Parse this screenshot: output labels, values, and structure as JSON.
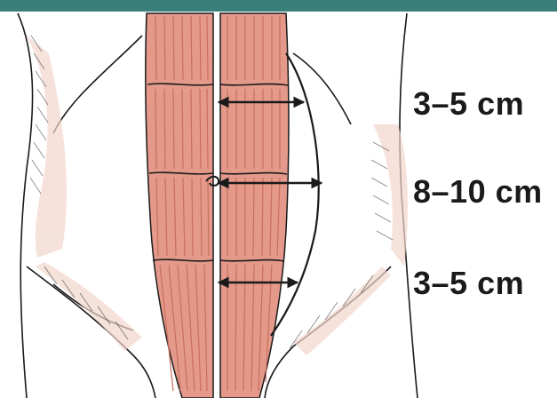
{
  "measurements": {
    "upper": "3–5 cm",
    "middle": "8–10 cm",
    "lower": "3–5 cm"
  },
  "colors": {
    "frame_bar": "#3a7f7c",
    "muscle": "#e4998a",
    "muscle_dark": "#c9705e",
    "skin_shade": "#f2d6cc",
    "ink": "#1a1a1a"
  },
  "icons": [
    "double-headed-arrow-icon",
    "navel-icon"
  ]
}
